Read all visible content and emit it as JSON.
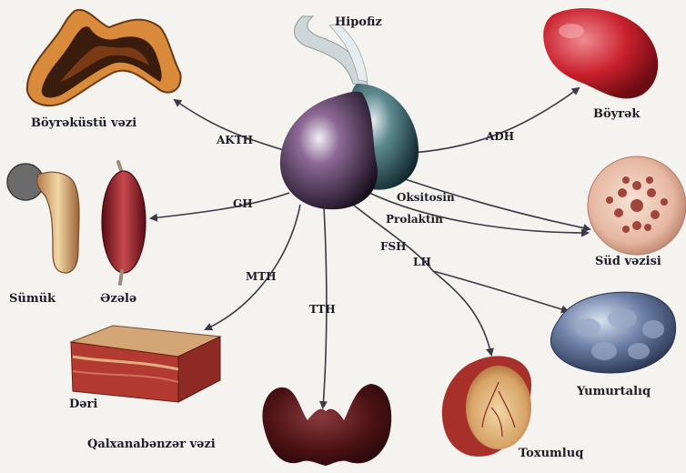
{
  "center": {
    "label": "Hipofiz"
  },
  "organs": {
    "adrenal": "Böyrəküstü vəzi",
    "kidney": "Böyrək",
    "mammary": "Süd vəzisi",
    "bone": "Sümük",
    "muscle": "Əzələ",
    "skin": "Dəri",
    "thyroid": "Qalxanabənzər vəzi",
    "testis": "Toxumluq",
    "ovary": "Yumurtalıq"
  },
  "hormones": {
    "acth": "AKTH",
    "adh": "ADH",
    "oxytocin": "Oksitosin",
    "prolactin": "Prolaktin",
    "gh": "GH",
    "fsh": "FSH",
    "lh": "LH",
    "msh": "MTH",
    "tsh": "TTH"
  },
  "colors": {
    "background": "#f4f3ef",
    "arrow": "#3a3a44",
    "text": "#1c1c26"
  }
}
